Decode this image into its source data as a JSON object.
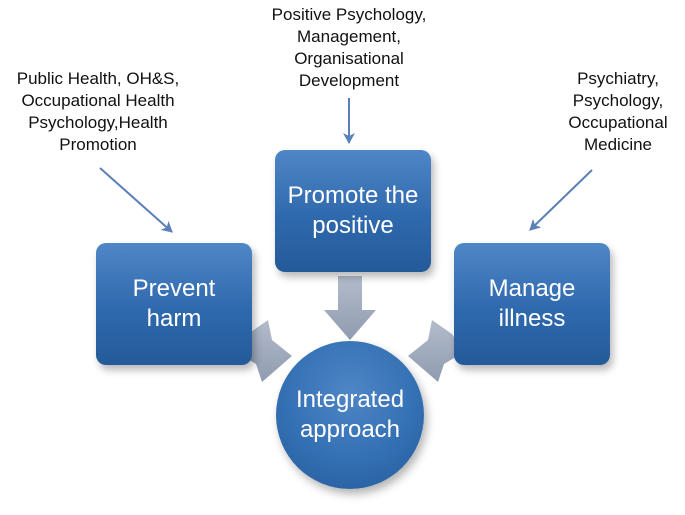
{
  "labels": {
    "top": "Positive Psychology,\nManagement,\nOrganisational\nDevelopment",
    "left": "Public Health, OH&S,\nOccupational Health\nPsychology,Health\nPromotion",
    "right": "Psychiatry,\nPsychology,\nOccupational\nMedicine"
  },
  "boxes": {
    "prevent": "Prevent\nharm",
    "promote": "Promote the\npositive",
    "manage": "Manage\nillness"
  },
  "center": "Integrated\napproach",
  "colors": {
    "box_blue": "#2f69ad",
    "box_blue_light": "#4f86c6",
    "thin_arrow": "#5b80b8",
    "block_arrow": "#9aa6b8",
    "text_dark": "#111111",
    "text_light": "#ffffff"
  }
}
